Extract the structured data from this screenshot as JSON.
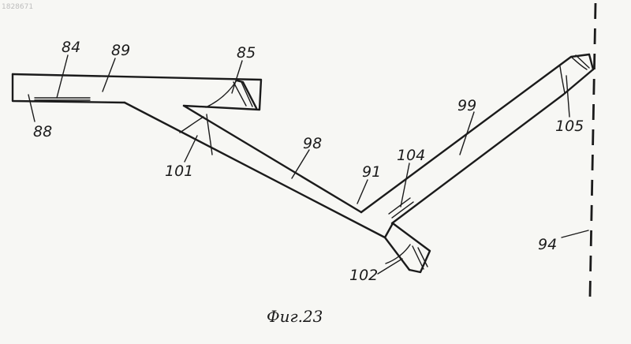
{
  "document_id": "1828671",
  "caption": "Фиг.23",
  "labels": {
    "n84": "84",
    "n89": "89",
    "n85": "85",
    "n88": "88",
    "n101": "101",
    "n98": "98",
    "n91": "91",
    "n104": "104",
    "n99": "99",
    "n105": "105",
    "n94": "94",
    "n102": "102"
  },
  "colors": {
    "ink": "#1b1b1b",
    "paper": "#f7f7f4"
  }
}
